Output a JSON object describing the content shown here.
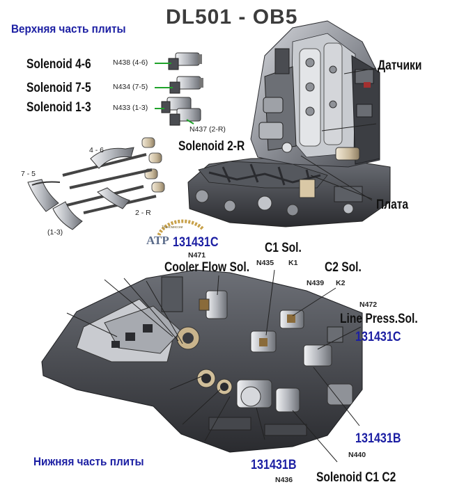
{
  "title": "DL501 - OB5",
  "upper_caption": "Верхняя часть плиты",
  "lower_caption": "Нижняя часть плиты",
  "upper_labels": {
    "solenoid_46": "Solenoid 4-6",
    "solenoid_75": "Solenoid 7-5",
    "solenoid_13": "Solenoid 1-3",
    "solenoid_2r": "Solenoid 2-R",
    "n438": "N438 (4-6)",
    "n434": "N434 (7-5)",
    "n433": "N433 (1-3)",
    "n437": "N437 (2-R)",
    "sensors": "Датчики",
    "plate": "Плата",
    "fork_46": "4 - 6",
    "fork_75": "7 - 5",
    "fork_2r": "2 - R",
    "fork_13": "(1-3)"
  },
  "watermark": {
    "brand": "ATP",
    "arc_text": "Трансмиссии"
  },
  "lower_labels": {
    "pn_c1": "131431C",
    "n471": "N471",
    "cooler": "Cooler Flow Sol.",
    "c1_sol": "C1 Sol.",
    "n435": "N435",
    "k1": "K1",
    "c2_sol": "C2 Sol.",
    "n439": "N439",
    "k2": "K2",
    "n472": "N472",
    "line_press": "Line Press.Sol.",
    "pn_c2": "131431C",
    "pn_b1": "131431B",
    "n440": "N440",
    "pn_b2": "131431B",
    "n436": "N436",
    "sol_c1c2": "Solenoid C1 C2"
  },
  "colors": {
    "caption_blue": "#1c1fa3",
    "leader_green": "#1fa32a",
    "metal_dark": "#3b3d42",
    "metal_light": "#b9bcc2"
  }
}
